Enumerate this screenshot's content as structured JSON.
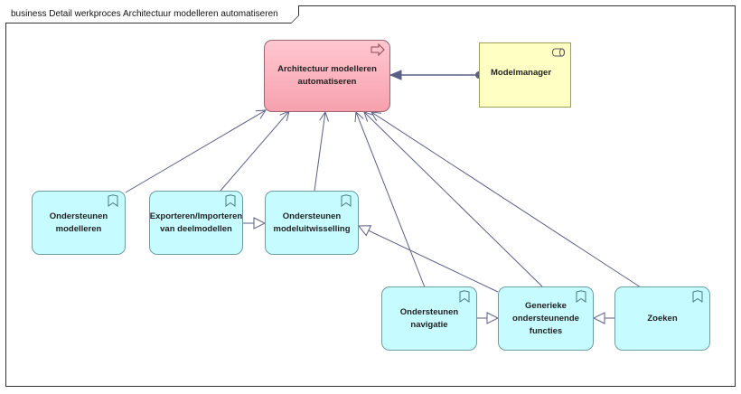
{
  "diagram": {
    "frame_title": "business Detail werkproces Architectuur modelleren automatiseren",
    "nodes": {
      "main": "Architectuur modelleren automatiseren",
      "modelmanager": "Modelmanager",
      "ondersteunen_modelleren": "Ondersteunen modelleren",
      "exporteren_importeren": "Exporteren/Importeren van deelmodellen",
      "ondersteunen_modeluitwisselling": "Ondersteunen modeluitwisselling",
      "ondersteunen_navigatie": "Ondersteunen navigatie",
      "generieke_functies": "Generieke ondersteunende functies",
      "zoeken": "Zoeken"
    },
    "icons": {
      "main": "business-process-arrow-icon",
      "modelmanager": "business-role-icon",
      "functions": "business-function-icon"
    },
    "colors": {
      "process": "#f9a9b6",
      "role": "#ffffc4",
      "function": "#c6fbff",
      "line": "#5a5f85"
    },
    "relations": [
      {
        "from": "ondersteunen_modelleren",
        "to": "main",
        "type": "realization"
      },
      {
        "from": "exporteren_importeren",
        "to": "main",
        "type": "realization"
      },
      {
        "from": "ondersteunen_modeluitwisselling",
        "to": "main",
        "type": "realization"
      },
      {
        "from": "ondersteunen_navigatie",
        "to": "main",
        "type": "realization"
      },
      {
        "from": "generieke_functies",
        "to": "main",
        "type": "realization"
      },
      {
        "from": "zoeken",
        "to": "main",
        "type": "realization"
      },
      {
        "from": "modelmanager",
        "to": "main",
        "type": "assignment"
      },
      {
        "from": "exporteren_importeren",
        "to": "ondersteunen_modeluitwisselling",
        "type": "specialization"
      },
      {
        "from": "generieke_functies",
        "to": "ondersteunen_modeluitwisselling",
        "type": "specialization"
      },
      {
        "from": "ondersteunen_navigatie",
        "to": "generieke_functies",
        "type": "specialization"
      },
      {
        "from": "zoeken",
        "to": "generieke_functies",
        "type": "specialization"
      }
    ]
  }
}
